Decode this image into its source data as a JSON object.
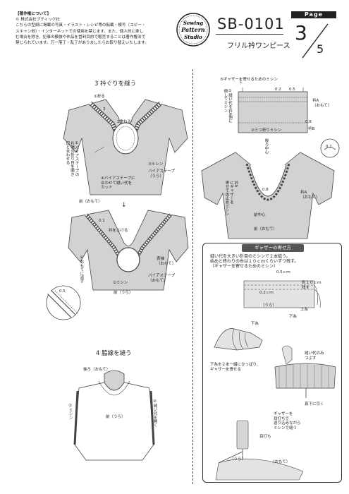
{
  "copyright": {
    "title": "【著作権について】",
    "company": "© 株式会社ブティック社",
    "lines": [
      "こちらの型紙に掲載の写真・イラスト・レシピ等の転載・模写（コピー・",
      "スキャン他）・インターネットでの使用を禁じます。また、個人的に楽し",
      "む場合を除き、記事の模倣や作品を営利目的で販売することは著作権法で",
      "禁じられています。万一落丁・乱丁がありましたらお取り替えいたします。"
    ]
  },
  "logo": {
    "line1": "Sewing",
    "line2": "Pattern",
    "line3": "Studio"
  },
  "header": {
    "code": "SB-0101",
    "title": "フリル衿ワンピース"
  },
  "page": {
    "label": "Page",
    "current": "3",
    "total": "5"
  },
  "section3": {
    "title": "3  衿ぐりを縫う",
    "labels": {
      "fold": "①折る",
      "num3": "3",
      "overlap": "1重ねる",
      "bias_align": "①バイアステープの\n片端の折り目を開き\n印と合わせる",
      "sew3": "③ミシン",
      "bias_tape": "バイアステープ\n（うら）",
      "cut": "④バイアステープに\n合わせて縫い代を\nカット",
      "front": "前（おもて）",
      "num01": "0.1",
      "collar_up": "衿をよける",
      "fold_front": "①おもてに返す",
      "sew2": "②ミシン",
      "front_back": "前（うら）",
      "sleeve": "表袖\n（おもて）",
      "bias_tape_front": "バイアステープ\n（おもて）",
      "num05": "0.5"
    }
  },
  "section4": {
    "title": "4  脇線を縫う",
    "labels": {
      "back": "後ろ（おもて）",
      "sew1": "①ミシン",
      "front_ura": "前（うら）",
      "open_allowance": "②縫い代を開く"
    }
  },
  "section_right": {
    "labels": {
      "gather_machine": "⑤ギャザーを寄せるためのミシン",
      "fold_allowance": "①縫い代を衿A側に\n倒してミシン",
      "num02": "0.2",
      "num05": "0.5",
      "num1": "1",
      "collarA": "衿A\n（おもて）",
      "num08": "0.8",
      "collarB": "衿B",
      "tri_fold": "②三つ折りミシン",
      "back_center": "後ろ中心",
      "num08b": "0.8",
      "gather_collar": "衿A\nにギャザーを\n寄せて仮止めミシン",
      "collarA2": "衿A\n（おもて）",
      "front_center": "前中心",
      "front_omote": "前（おもて）",
      "inset": "0.2"
    }
  },
  "gather": {
    "header": "ギャザーの寄せ方",
    "text": [
      "縫い代を大きい針目のミシンで２本縫う。",
      "始めと終わりの糸は１０ｃｍくらいずつ残す。",
      "（ギャザーを寄せるためのミシン）"
    ],
    "labels": {
      "num05cm": "0.5ｃｍ",
      "num02cm": "0.2ｃｍ",
      "leave10": "約１０ｃｍ\n残す",
      "ura": "（うら）",
      "upper": "上糸",
      "lower": "下糸",
      "pull": "下糸を２本一緒にひっぱり、\nギャザーを寄せる",
      "crush": "縫い代のみ\nつぶす",
      "pull_down": "真下に引く",
      "sew_gather": "ギャザーを\n目打ちで\n送り込みながら\nミシンで縫う",
      "awl": "目打ち",
      "ura2": "（うら）",
      "omote": "（おもて）"
    }
  }
}
